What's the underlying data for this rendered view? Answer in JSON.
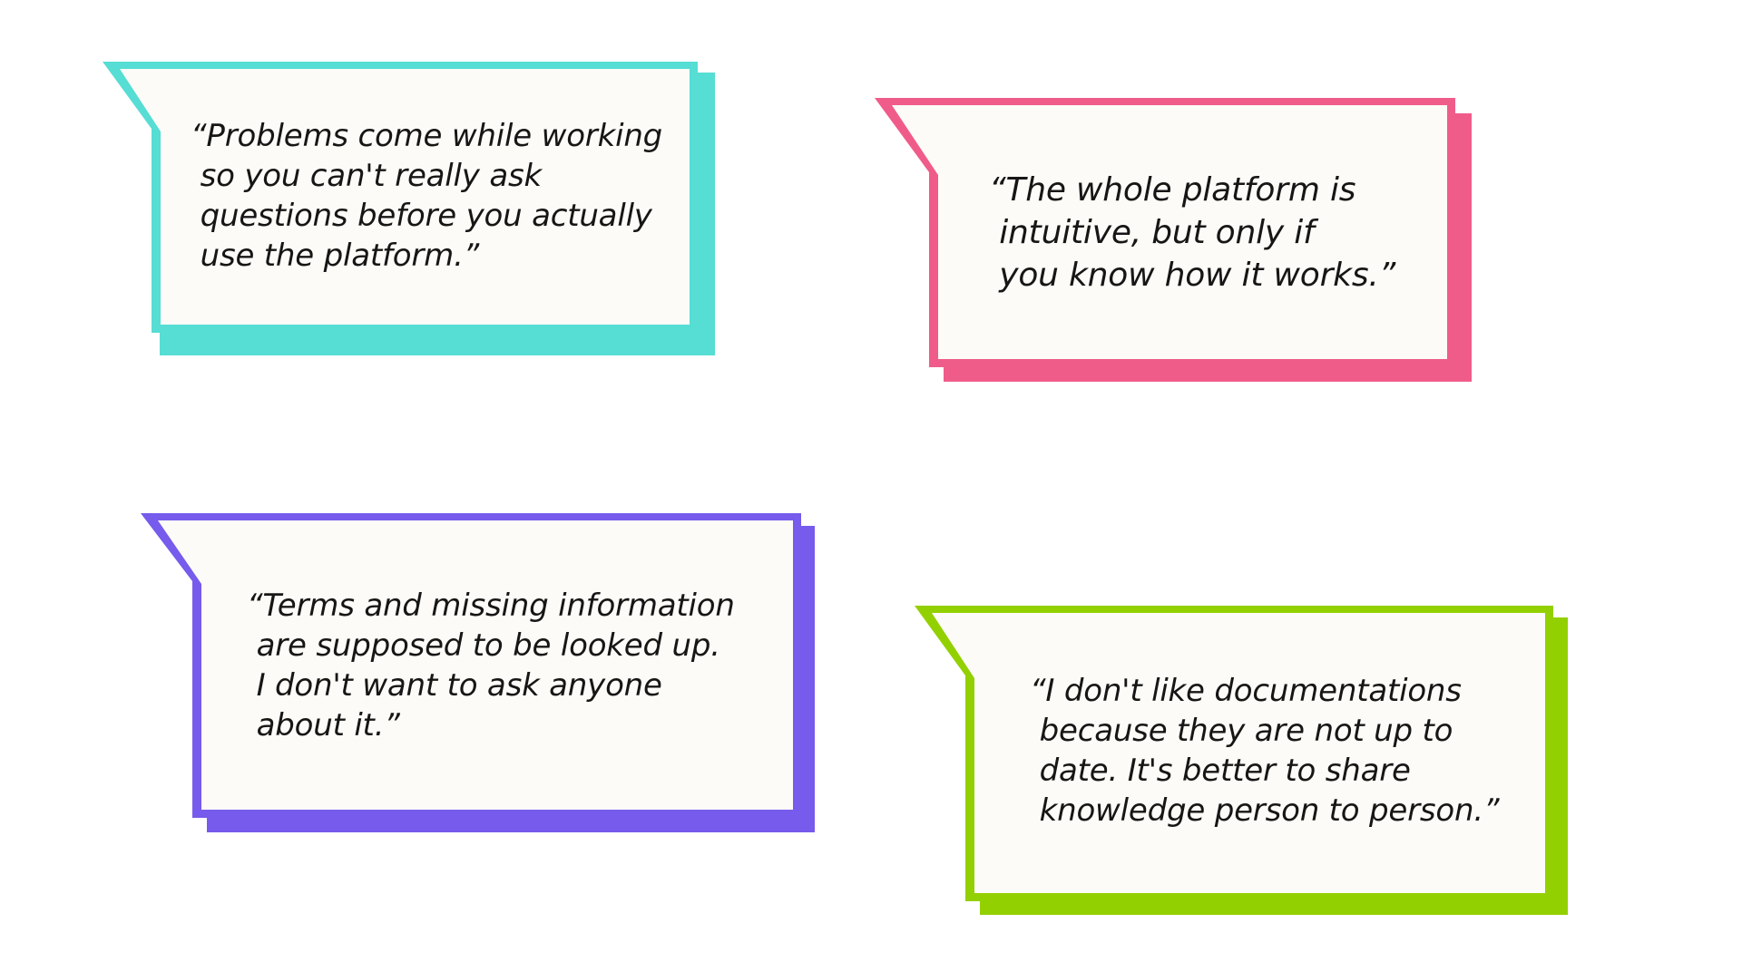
{
  "colors": {
    "background": "#ffffff",
    "bubble_fill": "#fcfbf7",
    "text": "#161616"
  },
  "quotes": [
    {
      "text": "“Problems come while working\n so you can't really ask\n questions before you actually\n use the platform.”",
      "accent": "#56ddd4"
    },
    {
      "text": "“The whole platform is\n intuitive, but only if\n you know how it works.”",
      "accent": "#f05c8a"
    },
    {
      "text": "“Terms and missing information\n are supposed to be looked up.\n I don't want to ask anyone\n about it.”",
      "accent": "#765bec"
    },
    {
      "text": "“I don't like documentations\n because they are not up to\n date. It's better to share\n knowledge person to person.”",
      "accent": "#93d001"
    }
  ]
}
